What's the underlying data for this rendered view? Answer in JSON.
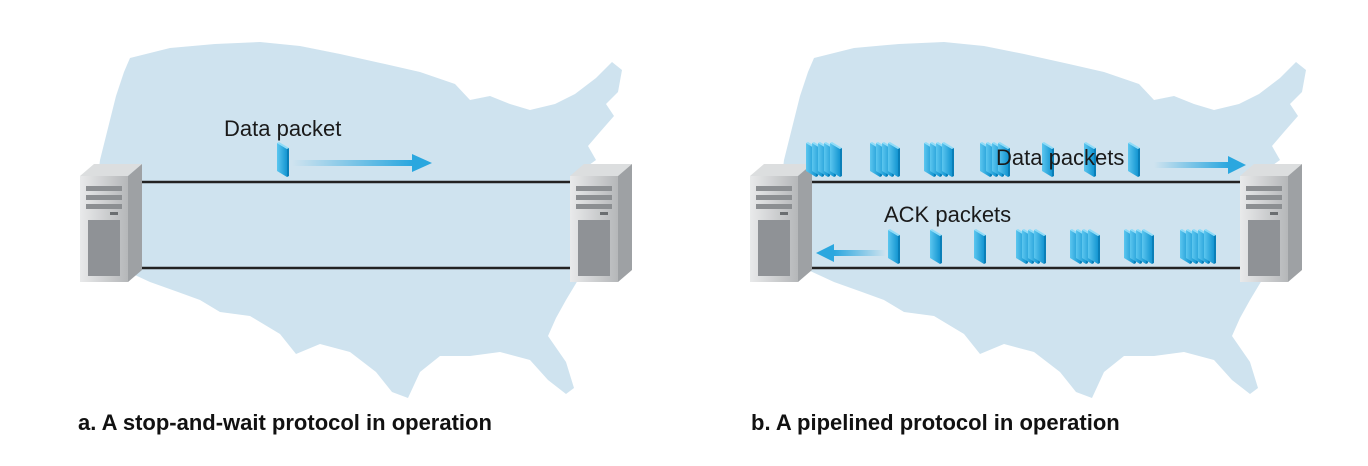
{
  "panel_a": {
    "caption": "a. A stop-and-wait protocol in operation",
    "label": "Data packet"
  },
  "panel_b": {
    "caption": "b. A pipelined protocol in operation",
    "data_label": "Data packets",
    "ack_label": "ACK packets"
  },
  "colors": {
    "map": "#cfe3ef",
    "packet": "#1ea8df",
    "packet_dark": "#0a7fb8",
    "arrow": "#2aa7df",
    "wire": "#222222",
    "server": "#c7c9cb"
  }
}
